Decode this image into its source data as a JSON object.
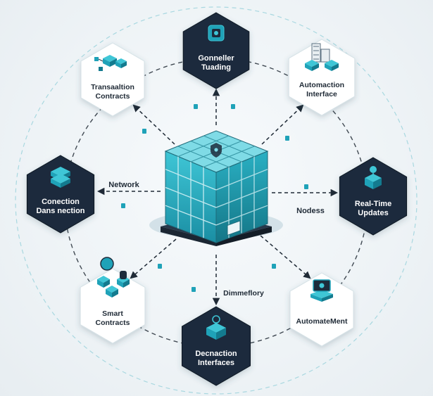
{
  "hub": {
    "icon": "shield-icon"
  },
  "nodes": [
    {
      "id": "top",
      "theme": "dark",
      "lines": [
        "Gonneller",
        "Tuading"
      ],
      "icon": "chip-icon"
    },
    {
      "id": "top-left",
      "theme": "light",
      "lines": [
        "Transaaltion",
        "Contracts"
      ],
      "icon": "network-blocks-icon"
    },
    {
      "id": "top-right",
      "theme": "light",
      "lines": [
        "Automaction",
        "Interface"
      ],
      "icon": "buildings-icon"
    },
    {
      "id": "left",
      "theme": "dark",
      "lines": [
        "Conection",
        "Dans nection"
      ],
      "icon": "server-stack-icon"
    },
    {
      "id": "right",
      "theme": "dark",
      "lines": [
        "Real-Time",
        "Updates"
      ],
      "icon": "database-icon"
    },
    {
      "id": "bottom-left",
      "theme": "light",
      "lines": [
        "Smart",
        "Contracts"
      ],
      "icon": "cube-cluster-icon"
    },
    {
      "id": "bottom-right",
      "theme": "light",
      "lines": [
        "AutomateMent"
      ],
      "icon": "monitor-icon"
    },
    {
      "id": "bottom",
      "theme": "dark",
      "lines": [
        "Decnaction",
        "Interfaces"
      ],
      "icon": "inbox-icon"
    }
  ],
  "connector_labels": {
    "network": "Network",
    "nodes": "Nodess",
    "timeline": "Dimmeflory"
  },
  "colors": {
    "dark_hex": "#1d2b3c",
    "light_hex": "#ffffff",
    "teal": "#1fa2b8",
    "teal_light": "#3fc6d6",
    "teal_dark": "#137b8f",
    "line": "#1f2a36",
    "orbit": "#9fd3dc"
  }
}
